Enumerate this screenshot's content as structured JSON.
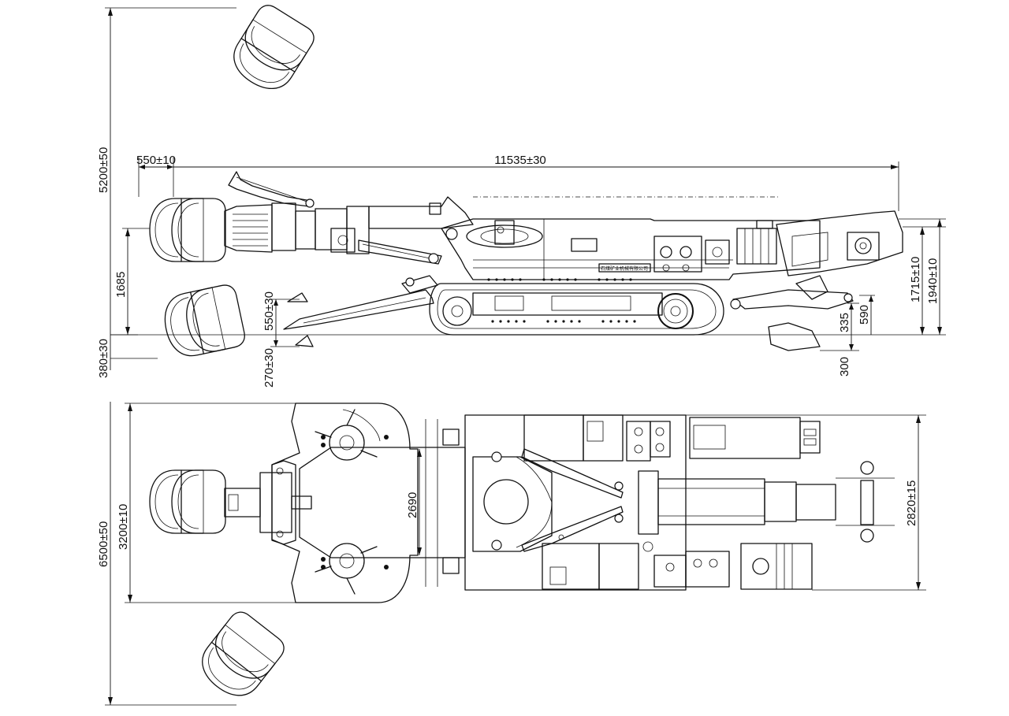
{
  "drawing": {
    "title": "Roadheader general arrangement",
    "plate_text": "石煤矿业机械有限公司",
    "views": [
      "side-elevation",
      "plan-view"
    ]
  },
  "dimensions": {
    "overall_height": "5200±50",
    "front_offset": "550±10",
    "overall_length": "11535±30",
    "cut_height_left": "1685",
    "below_floor_left": "380±30",
    "shovel_up": "550±30",
    "shovel_down": "270±30",
    "rear_335": "335",
    "rear_590": "590",
    "rear_300": "300",
    "body_height": "1715±10",
    "top_height": "1940±10",
    "overall_width": "6500±50",
    "cut_width": "3200±10",
    "loader_width": "2690",
    "track_width": "2820±15"
  },
  "colors": {
    "line": "#111111",
    "background": "#ffffff"
  }
}
